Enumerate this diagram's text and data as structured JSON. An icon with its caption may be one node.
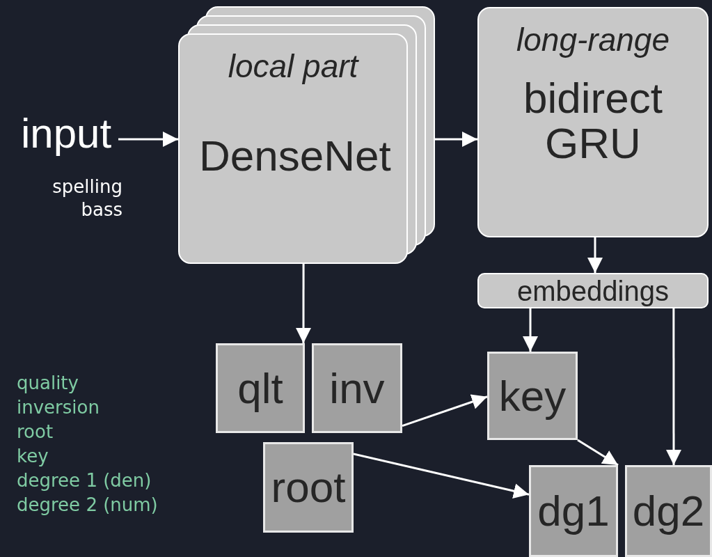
{
  "diagram": {
    "nodes": [
      {
        "text": [
          "input"
        ],
        "beside": [
          "spelling",
          "bass"
        ]
      },
      {
        "text": [
          "local part",
          "DenseNet"
        ]
      },
      {
        "text": [
          "long-range",
          "bidirect GRU"
        ]
      },
      {
        "text": [
          "embeddings"
        ]
      },
      {
        "text": [
          "qlt"
        ]
      },
      {
        "text": [
          "inv"
        ]
      },
      {
        "text": [
          "key"
        ]
      },
      {
        "text": [
          "root"
        ]
      },
      {
        "text": [
          "dg1"
        ]
      },
      {
        "text": [
          "dg2"
        ]
      }
    ],
    "edges": [
      {
        "from": 0,
        "to": 1,
        "arrow": "to"
      },
      {
        "from": 1,
        "to": 2,
        "arrow": "to"
      },
      {
        "from": 2,
        "to": 3,
        "arrow": "to"
      },
      {
        "from": 1,
        "to": 4,
        "arrow": "to"
      },
      {
        "from": 5,
        "to": 6,
        "arrow": "to"
      },
      {
        "from": 7,
        "to": 8,
        "arrow": "to"
      },
      {
        "from": 3,
        "to": 6,
        "arrow": "to"
      },
      {
        "from": 3,
        "to": 9,
        "arrow": "to"
      },
      {
        "from": 6,
        "to": 8,
        "arrow": "to"
      }
    ],
    "labels": [
      "quality",
      "inversion",
      "root",
      "key",
      "degree 1 (den)",
      "degree 2 (num)"
    ]
  }
}
